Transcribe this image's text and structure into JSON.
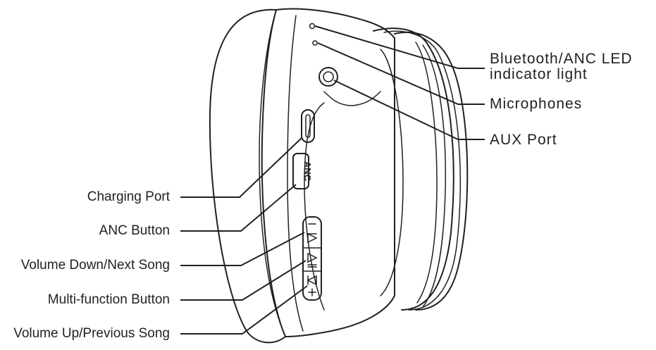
{
  "labels": {
    "left": {
      "charging_port": "Charging Port",
      "anc_button": "ANC Button",
      "volume_down": "Volume Down/Next Song",
      "multi_function": "Multi-function Button",
      "volume_up": "Volume Up/Previous Song"
    },
    "right": {
      "led_line1": "Bluetooth/ANC LED",
      "led_line2": "indicator light",
      "microphones": "Microphones",
      "aux_port": "AUX Port"
    }
  },
  "device": {
    "anc_button_text": "ANC"
  },
  "colors": {
    "line": "#231f20",
    "background": "#ffffff"
  }
}
